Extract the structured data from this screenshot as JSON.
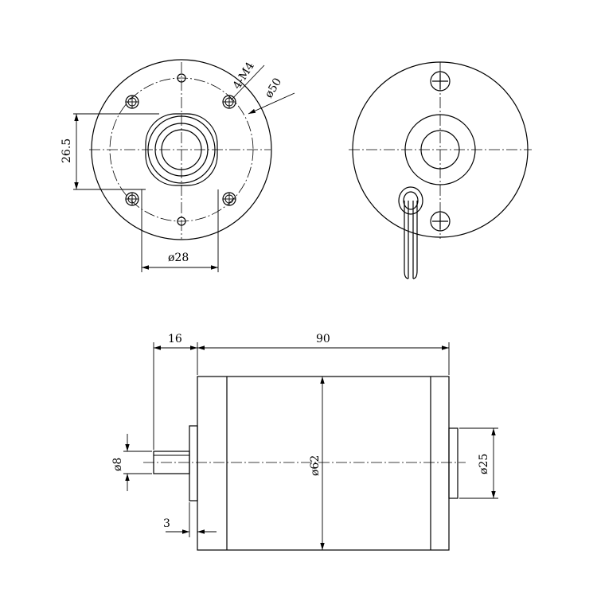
{
  "drawing": {
    "front_view": {
      "thread_callout": "4-M4",
      "outer_diameter": "ø50",
      "height_dim": "26.5",
      "bolt_span": "ø28"
    },
    "side_view": {
      "shaft_extension": "16",
      "body_length": "90",
      "shaft_diameter": "ø8",
      "body_diameter": "ø62",
      "rear_boss_diameter": "ø25",
      "flange_thickness": "3"
    }
  }
}
